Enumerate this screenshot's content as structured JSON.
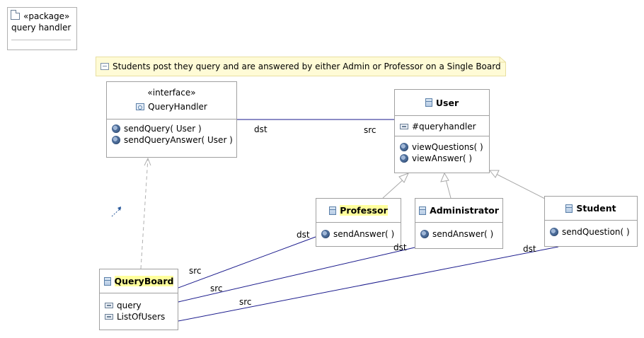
{
  "package": {
    "stereotype": "«package»",
    "name": "query handler"
  },
  "note": {
    "text": "Students post they query and are answered by either Admin or Professor on a Single Board"
  },
  "query_handler": {
    "stereotype": "«interface»",
    "name": "QueryHandler",
    "operations": [
      "sendQuery( User )",
      "sendQueryAnswer( User )"
    ]
  },
  "user": {
    "name": "User",
    "attributes": [
      "#queryhandler"
    ],
    "operations": [
      "viewQuestions(  )",
      "viewAnswer(  )"
    ]
  },
  "professor": {
    "name": "Professor",
    "operations": [
      "sendAnswer(  )"
    ]
  },
  "administrator": {
    "name": "Administrator",
    "operations": [
      "sendAnswer(  )"
    ]
  },
  "student": {
    "name": "Student",
    "operations": [
      "sendQuestion(  )"
    ]
  },
  "query_board": {
    "name": "QueryBoard",
    "attributes": [
      "query",
      "ListOfUsers"
    ]
  },
  "labels": {
    "qh_user_dst": "dst",
    "qh_user_src": "src",
    "prof_dst": "dst",
    "prof_src": "src",
    "admin_dst": "dst",
    "admin_src": "src",
    "student_dst": "dst",
    "student_src": "src"
  },
  "colors": {
    "association": "#1a1a8c",
    "generalization": "#a8a8a8",
    "note_fill": "#fffbd6",
    "highlight": "#ffff9c"
  }
}
